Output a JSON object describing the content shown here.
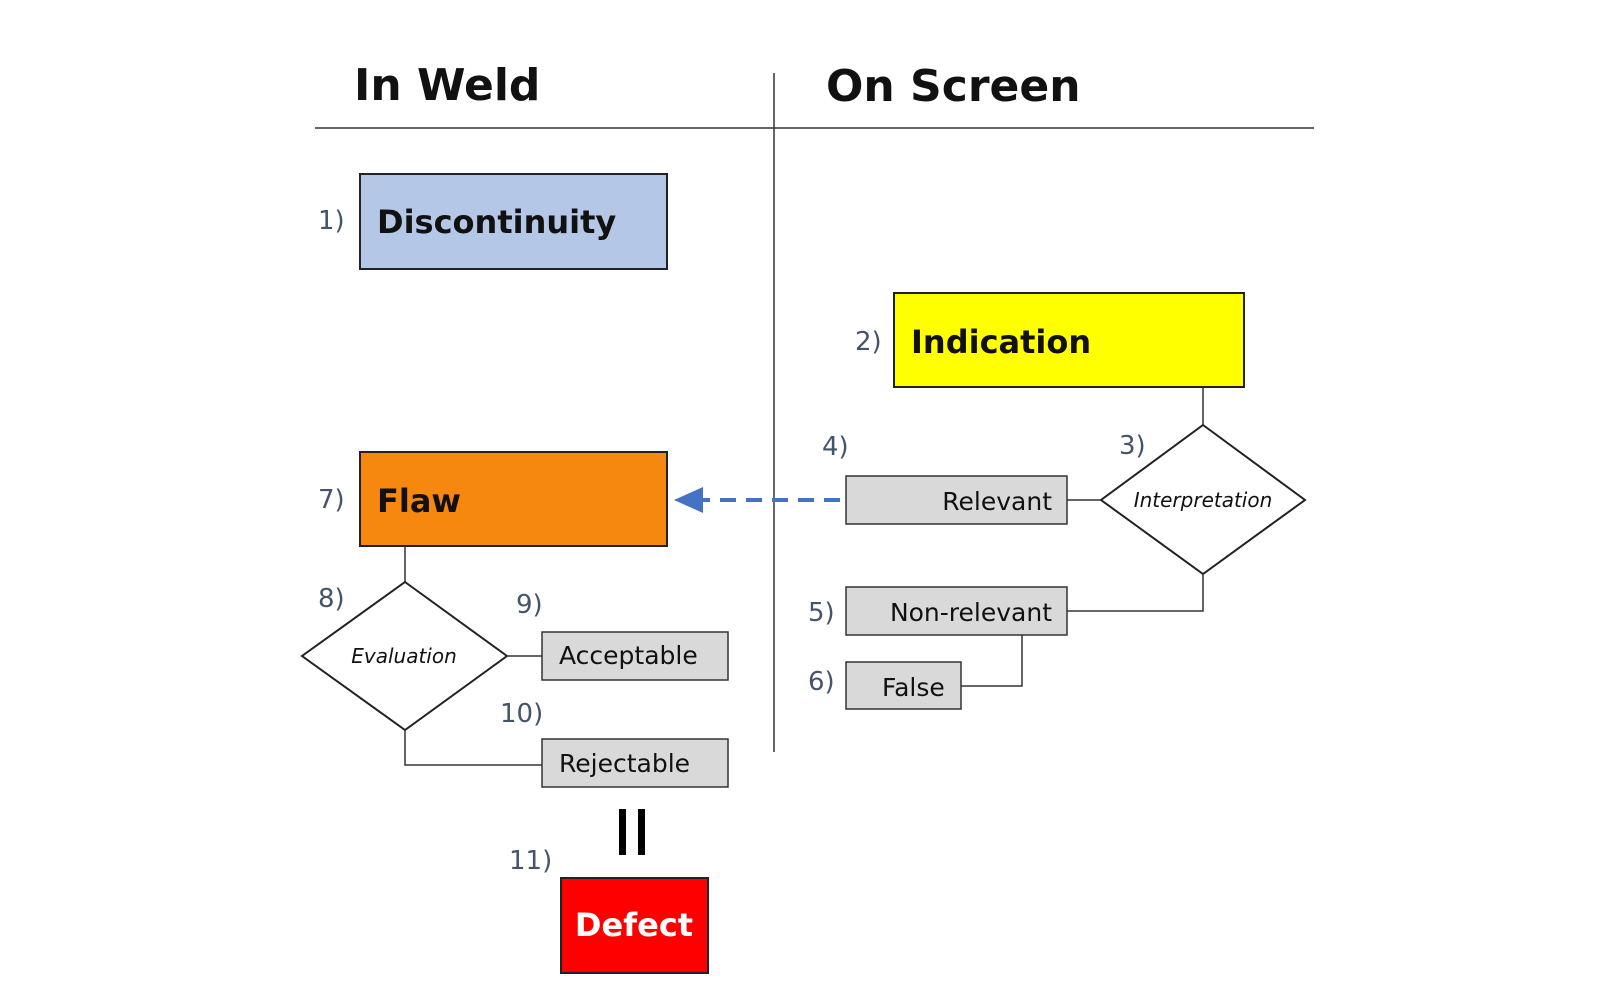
{
  "headings": {
    "in_weld": "In Weld",
    "on_screen": "On Screen"
  },
  "nodes": {
    "discontinuity": {
      "number": "1)",
      "label": "Discontinuity",
      "color": "#b4c7e7"
    },
    "indication": {
      "number": "2)",
      "label": "Indication",
      "color": "#ffff00"
    },
    "interpretation": {
      "number": "3)",
      "label": "Interpretation"
    },
    "relevant": {
      "number": "4)",
      "label": "Relevant",
      "color": "#d9d9d9"
    },
    "non_relevant": {
      "number": "5)",
      "label": "Non-relevant",
      "color": "#d9d9d9"
    },
    "false": {
      "number": "6)",
      "label": "False",
      "color": "#d9d9d9"
    },
    "flaw": {
      "number": "7)",
      "label": "Flaw",
      "color": "#f6870f"
    },
    "evaluation": {
      "number": "8)",
      "label": "Evaluation"
    },
    "acceptable": {
      "number": "9)",
      "label": "Acceptable",
      "color": "#d9d9d9"
    },
    "rejectable": {
      "number": "10)",
      "label": "Rejectable",
      "color": "#d9d9d9"
    },
    "defect": {
      "number": "11)",
      "label": "Defect",
      "color": "#ff0000"
    }
  },
  "arrow_color": "#4472c4",
  "equals_symbol": "II"
}
